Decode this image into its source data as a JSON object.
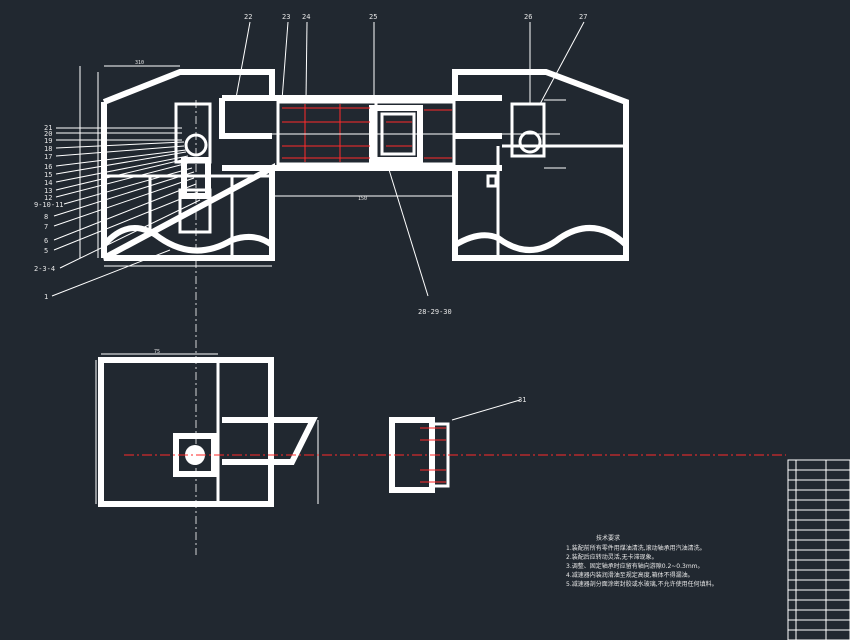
{
  "labels_top": [
    "22",
    "23",
    "24",
    "25",
    "26",
    "27"
  ],
  "labels_left": [
    "21",
    "20",
    "19",
    "18",
    "17",
    "16",
    "15",
    "14",
    "13",
    "12",
    "9-10-11",
    "8",
    "7",
    "6",
    "5",
    "2-3-4",
    "1"
  ],
  "label_bottom_center": "28-29-30",
  "label_right_part": "31",
  "dimensions": [
    "310",
    "150",
    "75"
  ],
  "notes": {
    "title": "技术要求",
    "lines": [
      "1.装配前所有零件用煤油清洗,滚动轴承用汽油清洗。",
      "2.装配后应转动灵活,无卡滞现象。",
      "3.调整、固定轴承时应留有轴向游隙0.2~0.3mm。",
      "4.减速器内装润滑油至规定高度,箱体不得漏油。",
      "5.减速器剖分面涂密封胶或水玻璃,不允许使用任何填料。"
    ]
  },
  "colors": {
    "background": "#212830",
    "lines": "#ffffff",
    "centerline": "#ff2a2a"
  }
}
